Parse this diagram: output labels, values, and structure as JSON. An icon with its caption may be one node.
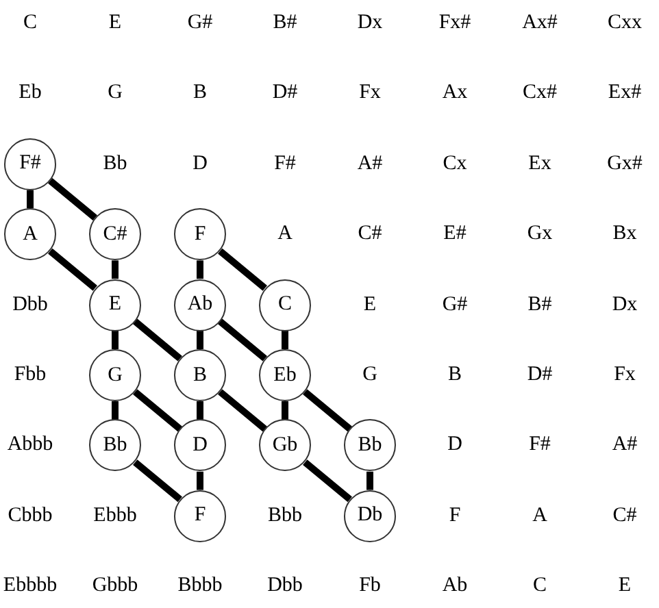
{
  "diagram": {
    "nodes": [
      {
        "text": [
          "F#"
        ]
      },
      {
        "text": [
          "A"
        ]
      },
      {
        "text": [
          "C#"
        ]
      },
      {
        "text": [
          "F"
        ]
      },
      {
        "text": [
          "E"
        ]
      },
      {
        "text": [
          "Ab"
        ]
      },
      {
        "text": [
          "C"
        ]
      },
      {
        "text": [
          "G"
        ]
      },
      {
        "text": [
          "B"
        ]
      },
      {
        "text": [
          "Eb"
        ]
      },
      {
        "text": [
          "Bb"
        ]
      },
      {
        "text": [
          "D"
        ]
      },
      {
        "text": [
          "Gb"
        ]
      },
      {
        "text": [
          "Bb"
        ]
      },
      {
        "text": [
          "F"
        ]
      },
      {
        "text": [
          "Db"
        ]
      }
    ],
    "edges": [
      {
        "from": 0,
        "to": 1,
        "arrow": "none"
      },
      {
        "from": 0,
        "to": 2,
        "arrow": "none"
      },
      {
        "from": 1,
        "to": 4,
        "arrow": "none"
      },
      {
        "from": 2,
        "to": 4,
        "arrow": "none"
      },
      {
        "from": 3,
        "to": 5,
        "arrow": "none"
      },
      {
        "from": 3,
        "to": 6,
        "arrow": "none"
      },
      {
        "from": 4,
        "to": 7,
        "arrow": "none"
      },
      {
        "from": 4,
        "to": 8,
        "arrow": "none"
      },
      {
        "from": 5,
        "to": 8,
        "arrow": "none"
      },
      {
        "from": 5,
        "to": 9,
        "arrow": "none"
      },
      {
        "from": 6,
        "to": 9,
        "arrow": "none"
      },
      {
        "from": 7,
        "to": 10,
        "arrow": "none"
      },
      {
        "from": 7,
        "to": 11,
        "arrow": "none"
      },
      {
        "from": 8,
        "to": 11,
        "arrow": "none"
      },
      {
        "from": 8,
        "to": 12,
        "arrow": "none"
      },
      {
        "from": 9,
        "to": 12,
        "arrow": "none"
      },
      {
        "from": 9,
        "to": 13,
        "arrow": "none"
      },
      {
        "from": 10,
        "to": 14,
        "arrow": "none"
      },
      {
        "from": 11,
        "to": 14,
        "arrow": "none"
      },
      {
        "from": 12,
        "to": 15,
        "arrow": "none"
      },
      {
        "from": 13,
        "to": 15,
        "arrow": "none"
      }
    ],
    "labels": [
      "C",
      "E",
      "G#",
      "B#",
      "Dx",
      "Fx#",
      "Ax#",
      "Cxx",
      "Eb",
      "G",
      "B",
      "D#",
      "Fx",
      "Ax",
      "Cx#",
      "Ex#",
      "Bb",
      "D",
      "F#",
      "A#",
      "Cx",
      "Ex",
      "Gx#",
      "A",
      "C#",
      "E#",
      "Gx",
      "Bx",
      "Dbb",
      "E",
      "G#",
      "B#",
      "Dx",
      "Fbb",
      "G",
      "B",
      "D#",
      "Fx",
      "Abbb",
      "D",
      "F#",
      "A#",
      "Cbbb",
      "Ebbb",
      "Bbb",
      "F",
      "A",
      "C#",
      "Ebbbb",
      "Gbbb",
      "Bbbb",
      "Dbb",
      "Fb",
      "Ab",
      "C",
      "E"
    ]
  }
}
